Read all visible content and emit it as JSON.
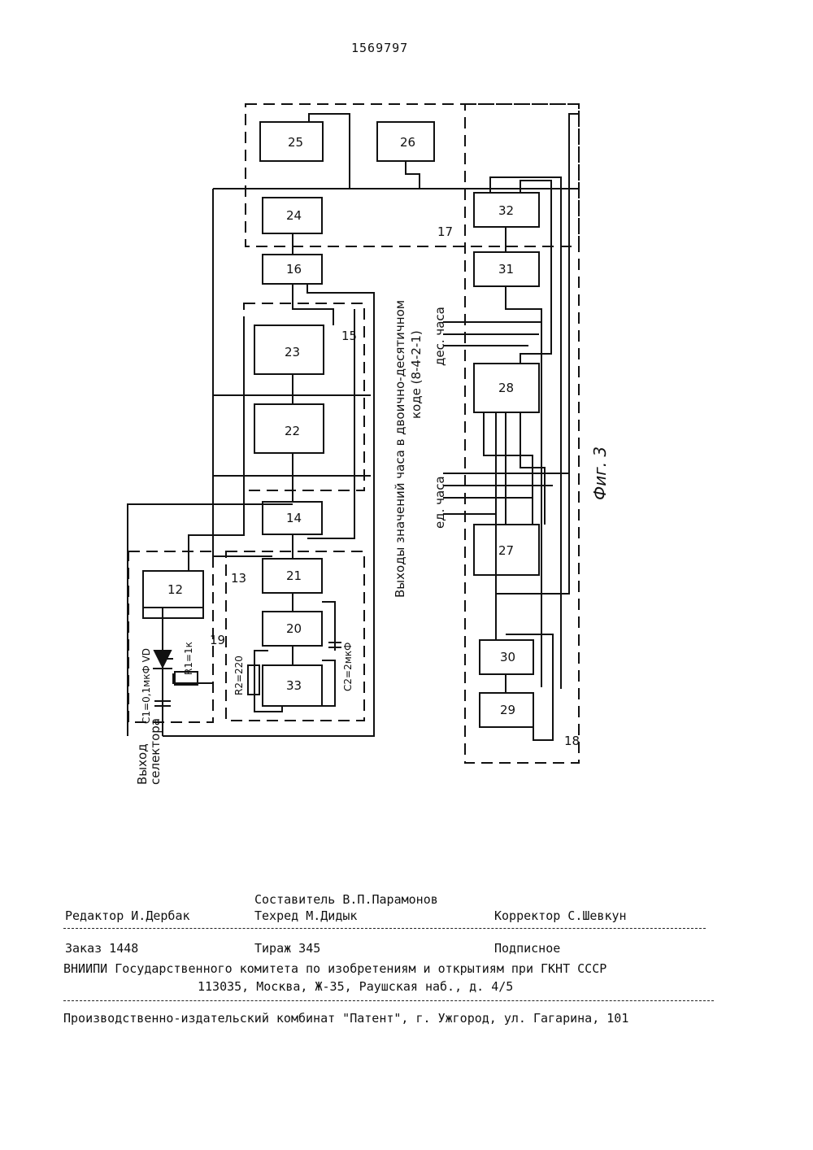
{
  "patent_number": "1569797",
  "figure": {
    "caption": "Фиг. 3",
    "vertical_title_line1": "Выходы значений часа в двоично-десятичном",
    "vertical_title_line2": "коде (8-4-2-1)",
    "dec_label": "дес. часа",
    "units_label": "ед. часа",
    "input_label_1": "Выход",
    "input_label_2": "селектора",
    "c1_label": "C1=0,1мкФ VD",
    "r1_label": "R1=1к",
    "r2_label": "R2=220",
    "c2_label": "C2=2мкФ",
    "block_labels": [
      "12",
      "14",
      "16",
      "20",
      "21",
      "22",
      "23",
      "24",
      "25",
      "26",
      "27",
      "28",
      "29",
      "30",
      "31",
      "32",
      "33"
    ],
    "group_labels": [
      "13",
      "15",
      "17",
      "18",
      "19"
    ]
  },
  "imprint": {
    "editor": "Редактор И.Дербак",
    "compiler": "Составитель В.П.Парамонов",
    "techred": "Техред М.Дидык",
    "corrector": "Корректор С.Шевкун",
    "order": "Заказ 1448",
    "circulation": "Тираж 345",
    "subscription": "Подписное",
    "org_line1": "ВНИИПИ Государственного комитета по изобретениям и открытиям при ГКНТ СССР",
    "org_line2": "113035, Москва, Ж-35, Раушская наб., д. 4/5",
    "printer": "Производственно-издательский комбинат \"Патент\", г. Ужгород, ул. Гагарина, 101"
  }
}
